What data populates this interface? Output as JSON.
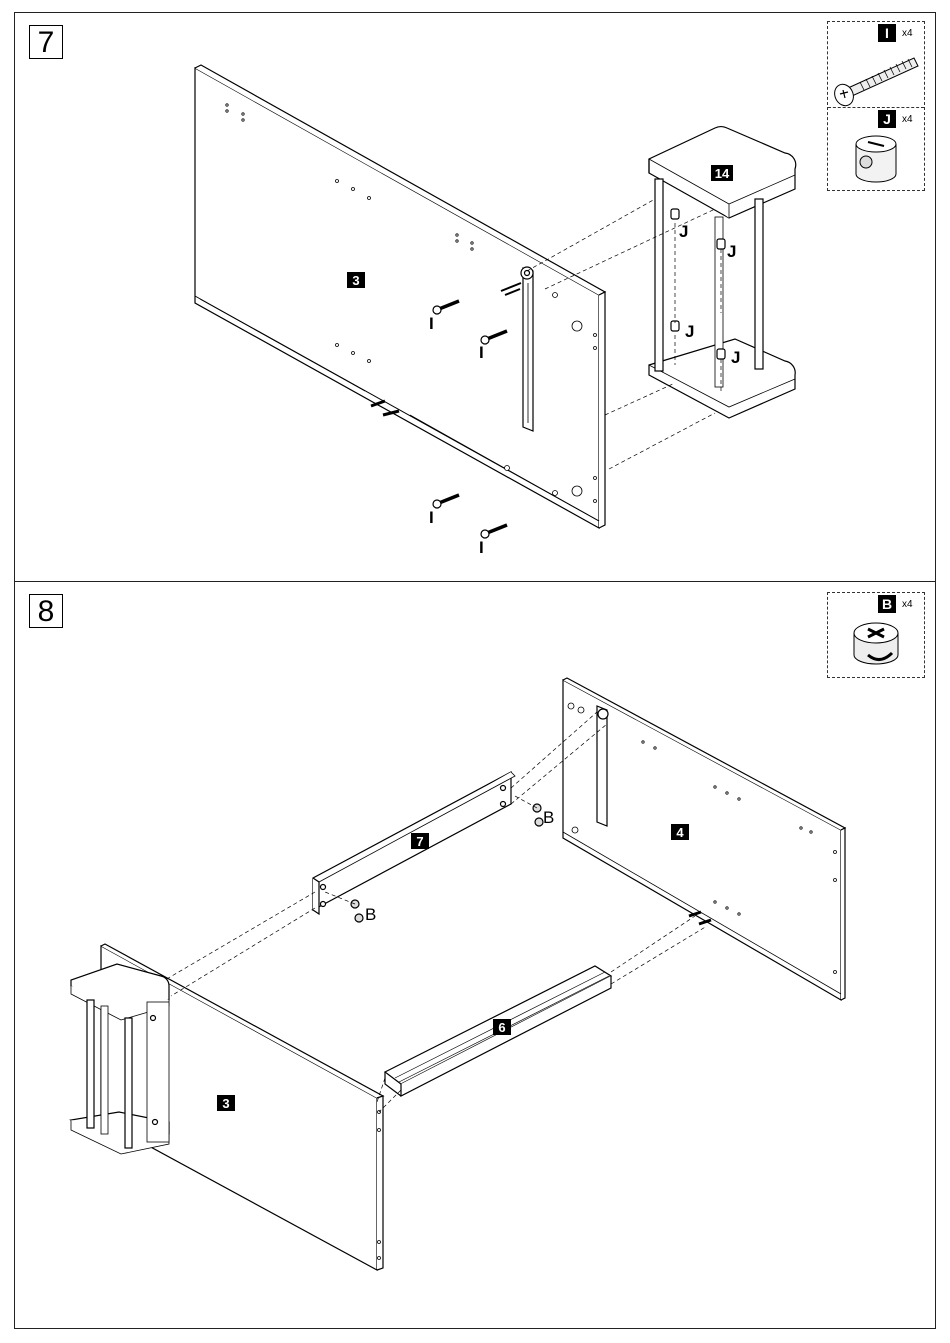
{
  "steps": [
    {
      "number": "7",
      "hardware": [
        {
          "code": "I",
          "qty": "x4",
          "icon": "screw-icon"
        },
        {
          "code": "J",
          "qty": "x4",
          "icon": "cam-nut-icon"
        }
      ],
      "labels": {
        "panel_3": "3",
        "panel_14": "14",
        "screw": "I",
        "nut": "J"
      }
    },
    {
      "number": "8",
      "hardware": [
        {
          "code": "B",
          "qty": "x4",
          "icon": "cam-lock-icon"
        }
      ],
      "labels": {
        "panel_7": "7",
        "panel_4": "4",
        "panel_6": "6",
        "panel_3": "3",
        "cam": "B"
      }
    }
  ]
}
